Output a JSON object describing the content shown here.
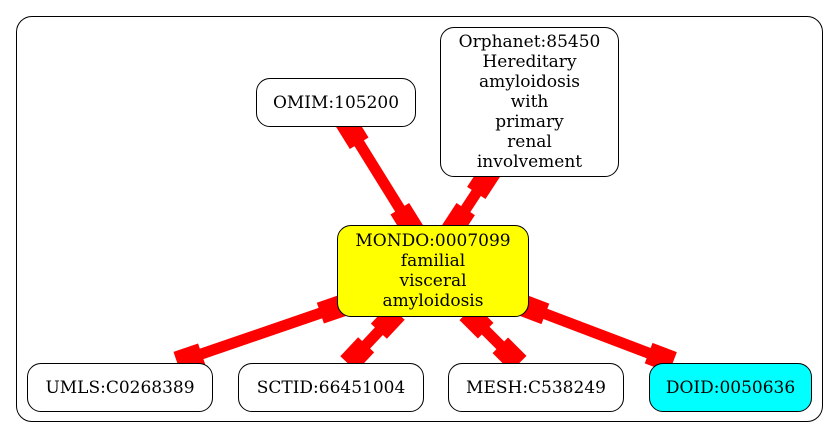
{
  "colors": {
    "edge": "#ff0000",
    "center_fill": "#ffff00",
    "highlight_fill": "#00ffff",
    "default_fill": "#ffffff"
  },
  "nodes": {
    "omim": {
      "lines": [
        "OMIM:105200"
      ]
    },
    "orphanet": {
      "lines": [
        "Orphanet:85450",
        "Hereditary",
        "amyloidosis",
        "with",
        "primary",
        "renal",
        "involvement"
      ]
    },
    "mondo": {
      "lines": [
        "MONDO:0007099",
        "familial",
        "visceral",
        "amyloidosis"
      ]
    },
    "umls": {
      "lines": [
        "UMLS:C0268389"
      ]
    },
    "sctid": {
      "lines": [
        "SCTID:66451004"
      ]
    },
    "mesh": {
      "lines": [
        "MESH:C538249"
      ]
    },
    "doid": {
      "lines": [
        "DOID:0050636"
      ]
    }
  }
}
